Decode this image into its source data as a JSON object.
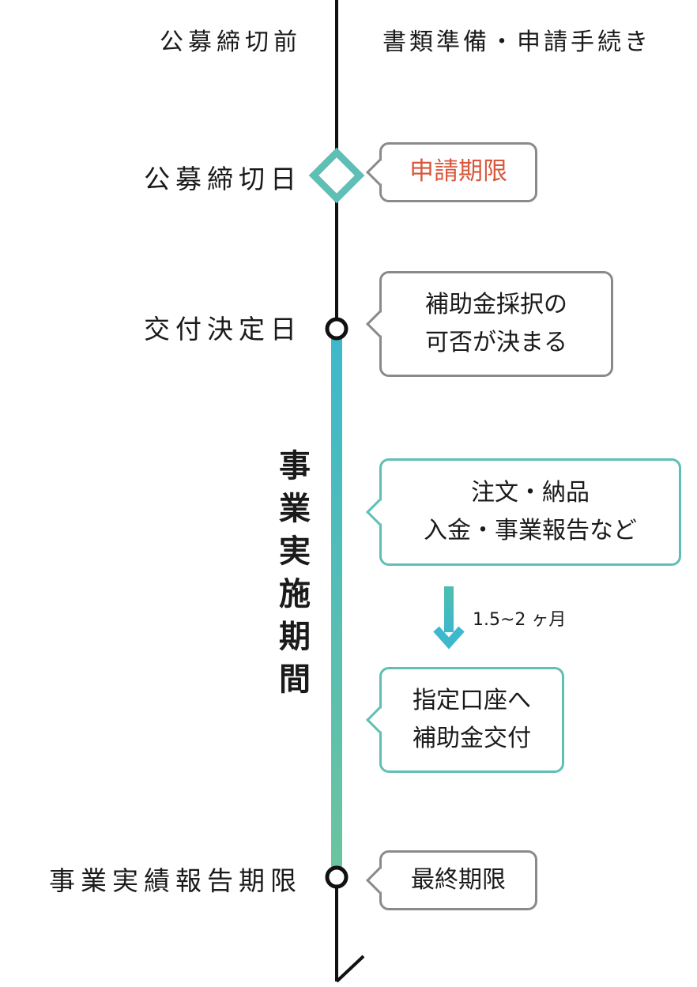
{
  "colors": {
    "accent_red": "#d9573a",
    "teal": "#5fbfb4",
    "gray": "#8a8a8a"
  },
  "timeline": {
    "before_label": "公募締切前",
    "before_note": "書類準備・申請手続き",
    "deadline_label": "公募締切日",
    "deadline_note": "申請期限",
    "decision_label": "交付決定日",
    "decision_note": "補助金採択の\n可否が決まる",
    "period_label": "事業実施期間",
    "order_note": "注文・納品\n入金・事業報告など",
    "duration": "1.5~2 ヶ月",
    "payment_note": "指定口座へ\n補助金交付",
    "report_label": "事業実績報告期限",
    "report_note": "最終期限"
  }
}
